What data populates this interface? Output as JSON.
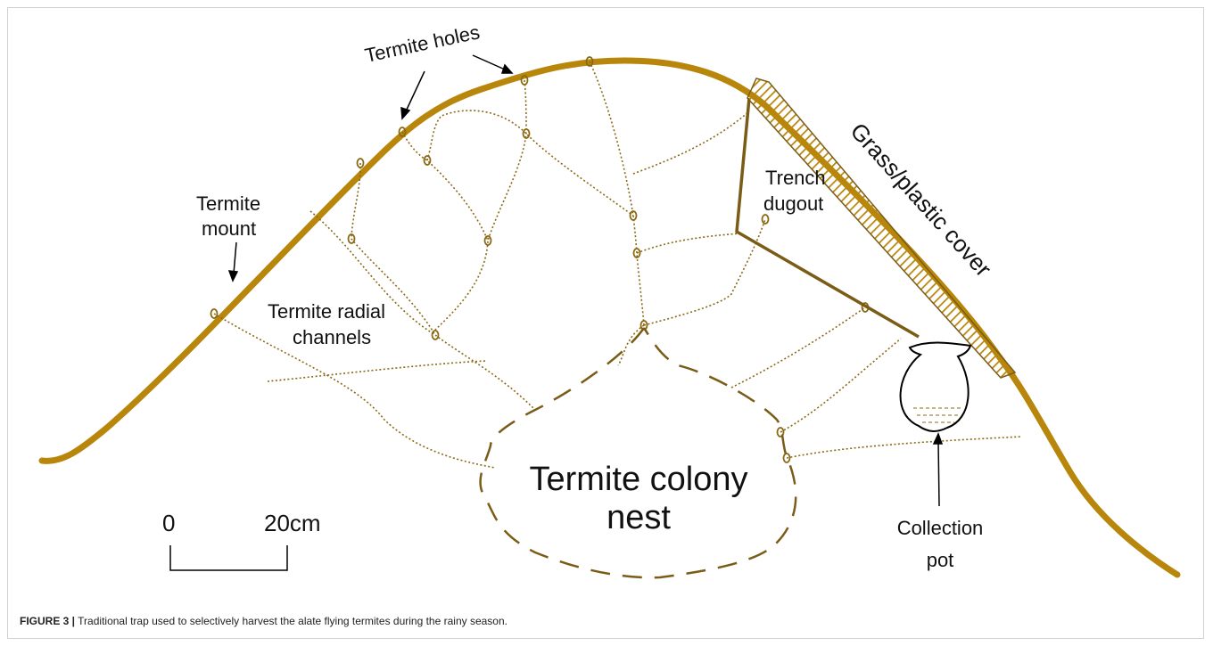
{
  "colors": {
    "mound": "#b8860b",
    "channel": "#8b6914",
    "trench": "#7a5c17",
    "nest_outline": "#7a5c17",
    "cover_hatch": "#b8860b",
    "text": "#111111"
  },
  "labels": {
    "termite_holes": "Termite holes",
    "termite_mount_1": "Termite",
    "termite_mount_2": "mount",
    "radial_1": "Termite radial",
    "radial_2": "channels",
    "trench_1": "Trench",
    "trench_2": "dugout",
    "cover": "Grass/plastic cover",
    "nest_1": "Termite colony",
    "nest_2": "nest",
    "pot_1": "Collection",
    "pot_2": "pot"
  },
  "scale_bar": {
    "start": "0",
    "end": "20cm"
  },
  "caption": {
    "figure_label": "FIGURE 3 |",
    "text": "Traditional trap used to selectively harvest the alate flying termites during the rainy season."
  }
}
